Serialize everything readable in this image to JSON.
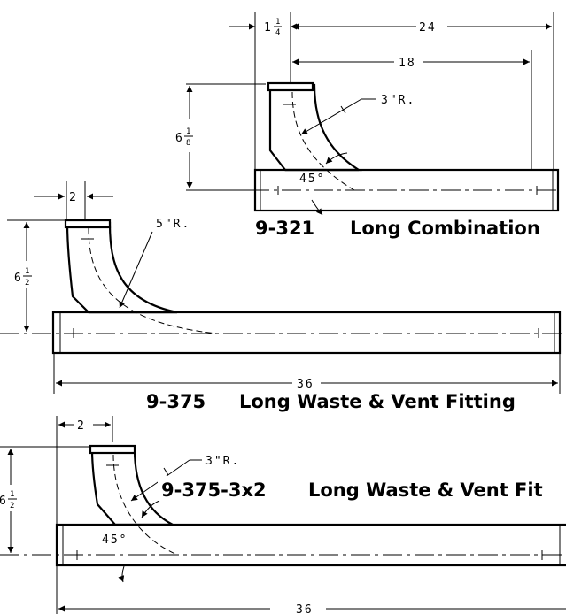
{
  "fittings": [
    {
      "model": "9-321",
      "name": "Long Combination",
      "dims": {
        "top_width": "24",
        "branch_offset": "18",
        "pipe_width": "1",
        "height": "6"
      },
      "pipe_frac": {
        "num": "1",
        "den": "4"
      },
      "height_frac": {
        "num": "1",
        "den": "8"
      },
      "radius": "3\"R.",
      "angle": "45°"
    },
    {
      "model": "9-375",
      "name": "Long Waste & Vent Fitting",
      "dims": {
        "branch_offset": "2",
        "height": "6",
        "length": "36"
      },
      "height_frac": {
        "num": "1",
        "den": "2"
      },
      "radius": "5\"R."
    },
    {
      "model": "9-375-3x2",
      "name": "Long Waste & Vent Fit",
      "dims": {
        "branch_offset": "2",
        "height": "6",
        "length": "36"
      },
      "height_frac": {
        "num": "1",
        "den": "2"
      },
      "radius": "3\"R.",
      "angle": "45°"
    }
  ]
}
